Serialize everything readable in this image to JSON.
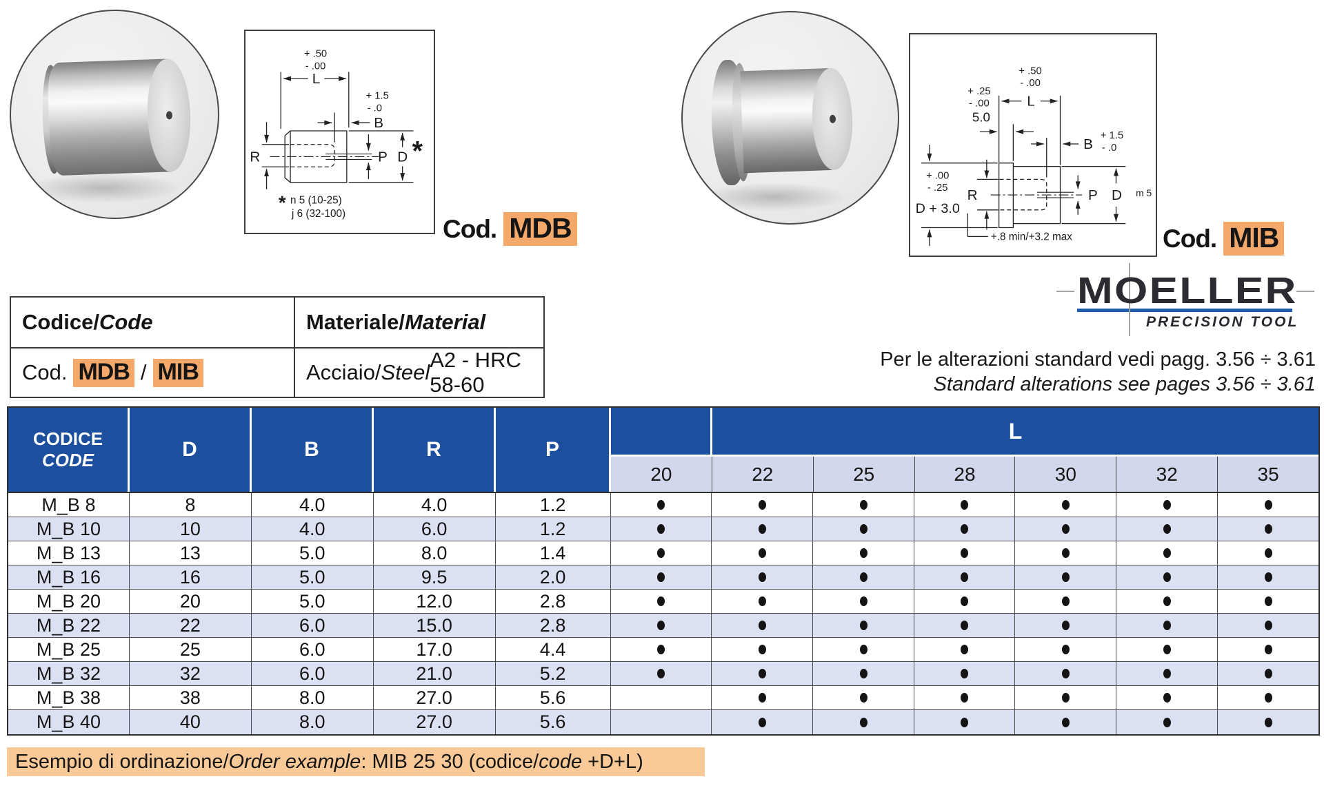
{
  "colors": {
    "header_blue": "#1c509f",
    "row_alt_lavender": "#dce0f3",
    "subheader_lavender": "#d3d7eb",
    "orange_highlight": "#f4a96a",
    "example_bar_orange": "#f9c998",
    "logo_blue": "#1d5cab"
  },
  "codes": {
    "mdb": {
      "prefix": "Cod.",
      "code": "MDB"
    },
    "mib": {
      "prefix": "Cod.",
      "code": "MIB"
    }
  },
  "drawings": {
    "mdb": {
      "tol_top_plus": "+ .50",
      "tol_top_minus": "- .00",
      "dim_length": "L",
      "tol_b_plus": "+ 1.5",
      "tol_b_minus": "- .0",
      "dim_b": "B",
      "dim_r": "R",
      "dim_p": "P",
      "dim_d": "D",
      "star": "*",
      "note_star": "*",
      "note_row1": "n 5  (10-25)",
      "note_row2": "j 6  (32-100)"
    },
    "mib": {
      "tol_top_plus": "+ .50",
      "tol_top_minus": "- .00",
      "tol_5_plus": "+ .25",
      "tol_5_minus": "- .00",
      "dim_5": "5.0",
      "dim_length": "L",
      "dim_b": "B",
      "tol_b_plus": "+ 1.5",
      "tol_b_minus": "- .0",
      "tol_flange_plus": "+ .00",
      "tol_flange_minus": "- .25",
      "dim_flange": "D + 3.0",
      "dim_r": "R",
      "dim_p": "P",
      "dim_d": "D",
      "fit": "m 5",
      "note": "+.8 min/+3.2 max"
    }
  },
  "info_table": {
    "h1_a": "Codice/",
    "h1_b": "Code",
    "h2_a": "Materiale/",
    "h2_b": "Material",
    "cod_prefix": "Cod.",
    "code1": "MDB",
    "sep": "/",
    "code2": "MIB",
    "mat_a": "Acciaio/",
    "mat_b": "Steel",
    "mat_c": " A2 - HRC 58-60"
  },
  "logo": {
    "brand": "MOELLER",
    "sub": "PRECISION TOOL"
  },
  "alterations": {
    "line1": "Per le alterazioni standard vedi pagg. 3.56 ÷ 3.61",
    "line2": "Standard alterations see pages 3.56 ÷ 3.61"
  },
  "main_table": {
    "header": {
      "code_label_1": "CODICE",
      "code_label_2": "CODE",
      "cols": [
        "D",
        "B",
        "R",
        "P"
      ],
      "l_label": "L",
      "l_values": [
        "20",
        "22",
        "25",
        "28",
        "30",
        "32",
        "35"
      ]
    },
    "rows": [
      {
        "code": "M_B 8",
        "d": "8",
        "b": "4.0",
        "r": "4.0",
        "p": "1.2",
        "dots": [
          1,
          1,
          1,
          1,
          1,
          1,
          1
        ]
      },
      {
        "code": "M_B 10",
        "d": "10",
        "b": "4.0",
        "r": "6.0",
        "p": "1.2",
        "dots": [
          1,
          1,
          1,
          1,
          1,
          1,
          1
        ]
      },
      {
        "code": "M_B 13",
        "d": "13",
        "b": "5.0",
        "r": "8.0",
        "p": "1.4",
        "dots": [
          1,
          1,
          1,
          1,
          1,
          1,
          1
        ]
      },
      {
        "code": "M_B 16",
        "d": "16",
        "b": "5.0",
        "r": "9.5",
        "p": "2.0",
        "dots": [
          1,
          1,
          1,
          1,
          1,
          1,
          1
        ]
      },
      {
        "code": "M_B 20",
        "d": "20",
        "b": "5.0",
        "r": "12.0",
        "p": "2.8",
        "dots": [
          1,
          1,
          1,
          1,
          1,
          1,
          1
        ]
      },
      {
        "code": "M_B 22",
        "d": "22",
        "b": "6.0",
        "r": "15.0",
        "p": "2.8",
        "dots": [
          1,
          1,
          1,
          1,
          1,
          1,
          1
        ]
      },
      {
        "code": "M_B 25",
        "d": "25",
        "b": "6.0",
        "r": "17.0",
        "p": "4.4",
        "dots": [
          1,
          1,
          1,
          1,
          1,
          1,
          1
        ]
      },
      {
        "code": "M_B 32",
        "d": "32",
        "b": "6.0",
        "r": "21.0",
        "p": "5.2",
        "dots": [
          1,
          1,
          1,
          1,
          1,
          1,
          1
        ]
      },
      {
        "code": "M_B 38",
        "d": "38",
        "b": "8.0",
        "r": "27.0",
        "p": "5.6",
        "dots": [
          0,
          1,
          1,
          1,
          1,
          1,
          1
        ]
      },
      {
        "code": "M_B 40",
        "d": "40",
        "b": "8.0",
        "r": "27.0",
        "p": "5.6",
        "dots": [
          0,
          1,
          1,
          1,
          1,
          1,
          1
        ]
      }
    ]
  },
  "example": {
    "p1": "Esempio di ordinazione/",
    "p2": "Order example",
    "p3": ": MIB 25 30 (codice/",
    "p4": "code",
    "p5": " +D+L)"
  }
}
